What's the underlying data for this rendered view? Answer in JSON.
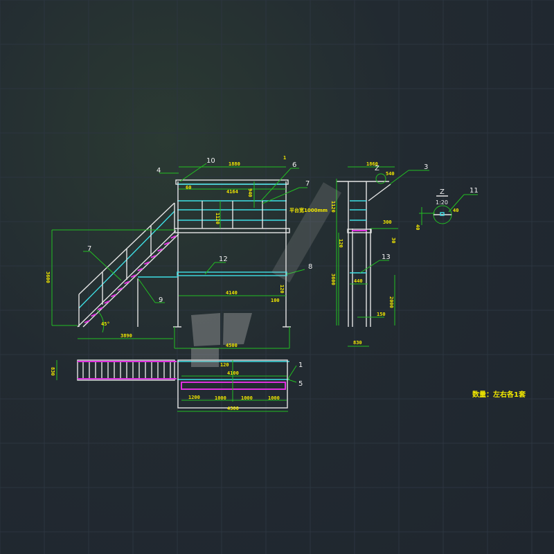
{
  "drawing": {
    "title": "Steel platform with stair - CAD drawing",
    "colors": {
      "background": "#212830",
      "structure": "#e6e6e6",
      "rail": "#3fe0e6",
      "tread": "#e030e0",
      "dimension_line": "#22c022",
      "dimension_text": "#f2e800"
    },
    "callouts": {
      "c4": "4",
      "c10": "10",
      "c6": "6",
      "c7a": "7",
      "c7b": "7",
      "c8": "8",
      "c9": "9",
      "c12": "12",
      "c1": "1",
      "c5": "5",
      "c3": "3",
      "c11": "11",
      "c13": "13",
      "top_mark": "1"
    },
    "front_view": {
      "dim_top": "1880",
      "dim_60": "60",
      "dim_940": "940",
      "dim_4164": "4164",
      "dim_1120": "1120",
      "dim_height": "3600",
      "dim_angle": "45°",
      "dim_stair_run": "3890",
      "dim_4140": "4140",
      "dim_120": "120",
      "dim_100": "100",
      "dim_4500": "4500",
      "platform_note": "平台宽1000mm"
    },
    "side_view": {
      "dim_1860": "1860",
      "dim_540": "540",
      "detail_z": "Z",
      "dim_1120": "1120",
      "dim_300": "300",
      "dim_30": "30",
      "dim_120": "120",
      "dim_3600": "3600",
      "dim_440": "440",
      "dim_2000": "2000",
      "dim_150": "150",
      "dim_830": "830"
    },
    "detail": {
      "label": "Z",
      "scale": "1:20",
      "dim_40a": "40",
      "dim_40b": "40"
    },
    "plan_view": {
      "dim_830": "830",
      "dim_120": "120",
      "dim_4100": "4100",
      "seg": [
        "1200",
        "1000",
        "1000",
        "1000"
      ],
      "dim_4300": "4300"
    },
    "quantity_note": "数量：左右各1套"
  }
}
